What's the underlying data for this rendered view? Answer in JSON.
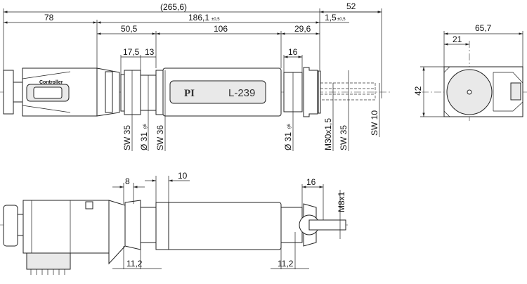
{
  "drawing": {
    "top_view": {
      "overall_length": "(265,6)",
      "housing_length": "78",
      "stroke_length": "186,1",
      "stroke_tol": "±0,5",
      "tip_length": "52",
      "tip_offset": "1,5",
      "tip_offset_tol": "±0,5",
      "front_length": "50,5",
      "body_length": "106",
      "rear_length": "29,6",
      "nut_width": "17,5",
      "thread_width": "13",
      "collar_width": "16",
      "sw35_a": "SW 35",
      "dia31_a": "Ø 31",
      "fit_a": "g6",
      "sw36": "SW 36",
      "dia31_b": "Ø 31",
      "fit_b": "g6",
      "thread": "M30x1,5",
      "sw35_b": "SW 35",
      "sw10": "SW 10",
      "connector_label": "Controller",
      "brand": "PI",
      "model": "L-239"
    },
    "end_view": {
      "width": "65,7",
      "offset": "21",
      "height": "42"
    },
    "side_view": {
      "dim_8": "8",
      "dim_10": "10",
      "dim_16": "16",
      "thread": "M8x1",
      "dim_11_2_a": "11,2",
      "dim_11_2_b": "11,2"
    }
  }
}
